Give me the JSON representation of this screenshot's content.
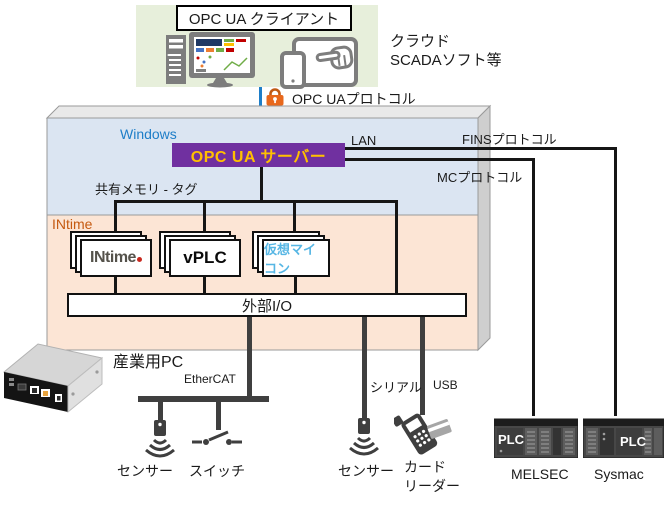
{
  "colors": {
    "client_bg": "#e7efdb",
    "windows_bg": "#dbe5f2",
    "intime_bg": "#fce5d5",
    "accent": "#7030a0",
    "server_text": "#ffc000",
    "blue": "#1e7ec8",
    "intime_label": "#c55a11",
    "vm_text": "#56b6e4",
    "line_dark": "#3f3f3f",
    "lock": "#e8681c"
  },
  "client": {
    "title": "OPC UA クライアント",
    "note_line1": "クラウド",
    "note_line2": "SCADAソフト等"
  },
  "connection": {
    "opcua_protocol": "OPC UAプロトコル",
    "lan": "LAN",
    "fins": "FINSプロトコル",
    "mc": "MCプロトコル"
  },
  "industrial_pc": {
    "os": "Windows",
    "rtos_area": "INtime",
    "server": "OPC UA サーバー",
    "shared_memory": "共有メモリ - タグ",
    "runtimes": [
      {
        "label": "INtime"
      },
      {
        "label": "vPLC"
      },
      {
        "label": "仮想マイコン"
      }
    ],
    "external_io": "外部I/O",
    "caption": "産業用PC"
  },
  "fieldbus": {
    "ethercat": "EtherCAT",
    "serial": "シリアル",
    "usb": "USB"
  },
  "field_devices": {
    "sensor1": "センサー",
    "switch": "スイッチ",
    "sensor2": "センサー",
    "card_reader_l1": "カード",
    "card_reader_l2": "リーダー"
  },
  "plcs": {
    "badge": "PLC",
    "melsec": "MELSEC",
    "sysmac": "Sysmac"
  }
}
